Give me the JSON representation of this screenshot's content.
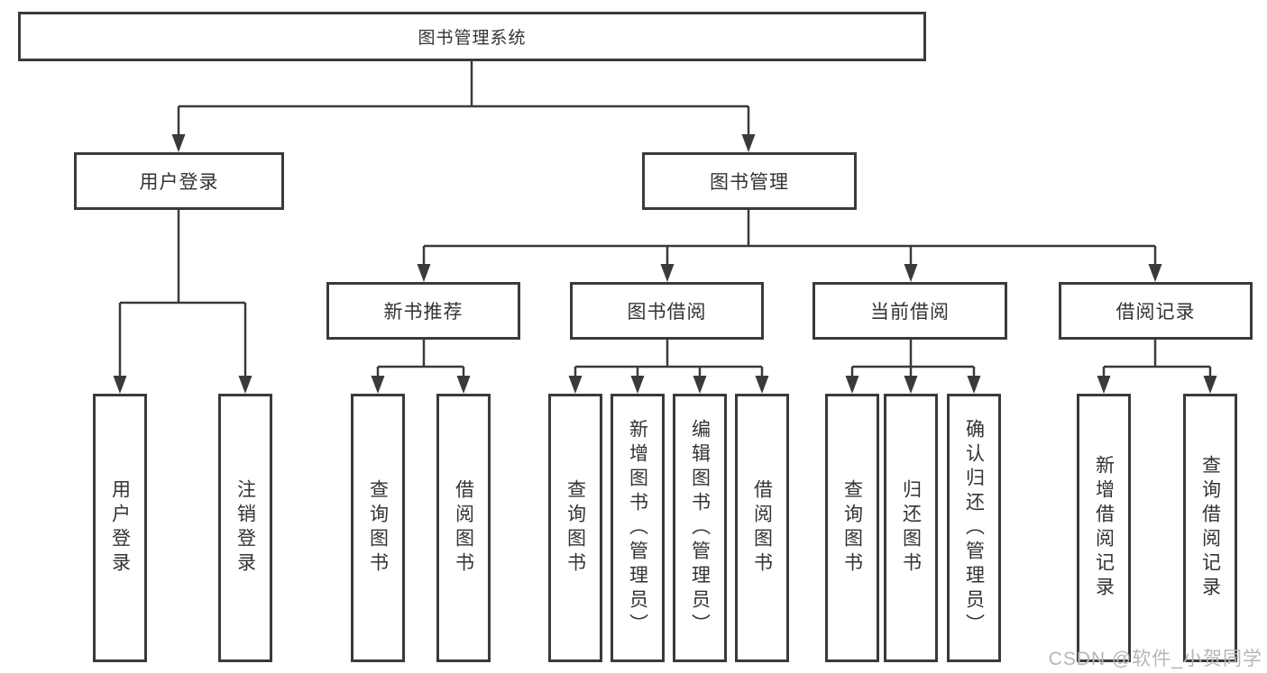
{
  "watermark": "CSDN @软件_小贺同学",
  "colors": {
    "line": "#3a3a3a",
    "box_border": "#3a3a3a",
    "text": "#333333",
    "watermark_text": "#b7b5b5",
    "background": "#ffffff"
  },
  "tree": {
    "root": {
      "label": "图书管理系统",
      "children": [
        {
          "label": "用户登录",
          "children": [
            {
              "label": "用户登录"
            },
            {
              "label": "注销登录"
            }
          ]
        },
        {
          "label": "图书管理",
          "children": [
            {
              "label": "新书推荐",
              "children": [
                {
                  "label": "查询图书"
                },
                {
                  "label": "借阅图书"
                }
              ]
            },
            {
              "label": "图书借阅",
              "children": [
                {
                  "label": "查询图书"
                },
                {
                  "label": "新增图书（管理员）"
                },
                {
                  "label": "编辑图书（管理员）"
                },
                {
                  "label": "借阅图书"
                }
              ]
            },
            {
              "label": "当前借阅",
              "children": [
                {
                  "label": "查询图书"
                },
                {
                  "label": "归还图书"
                },
                {
                  "label": "确认归还（管理员）"
                }
              ]
            },
            {
              "label": "借阅记录",
              "children": [
                {
                  "label": "新增借阅记录"
                },
                {
                  "label": "查询借阅记录"
                }
              ]
            }
          ]
        }
      ]
    }
  }
}
